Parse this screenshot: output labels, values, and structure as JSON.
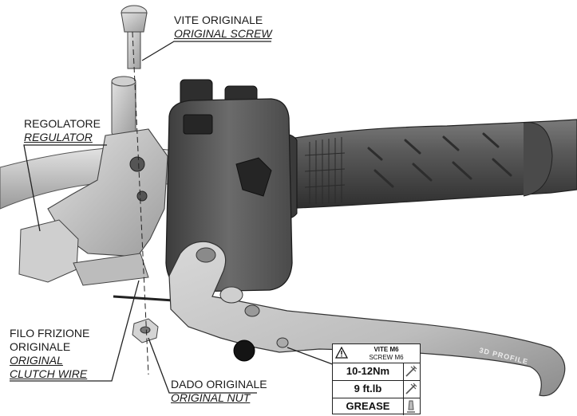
{
  "labels": {
    "screw_it": "VITE ORIGINALE",
    "screw_en": "ORIGINAL SCREW",
    "regulator_it": "REGOLATORE",
    "regulator_en": "REGULATOR",
    "wire_it_1": "FILO FRIZIONE",
    "wire_it_2": "ORIGINALE",
    "wire_en_1": "ORIGINAL",
    "wire_en_2": "CLUTCH WIRE",
    "nut_it": "DADO ORIGINALE",
    "nut_en": "ORIGINAL NUT"
  },
  "lever_brand": "3D PROFILE",
  "spec": {
    "name_it": "VITE M6",
    "name_en": "SCREW M6",
    "torque_nm": "10-12Nm",
    "torque_ftlb": "9 ft.lb",
    "lubricant": "GREASE"
  },
  "icons": [
    "warning-icon",
    "torque-wrench-icon",
    "torque-wrench-icon",
    "grease-tube-icon"
  ]
}
